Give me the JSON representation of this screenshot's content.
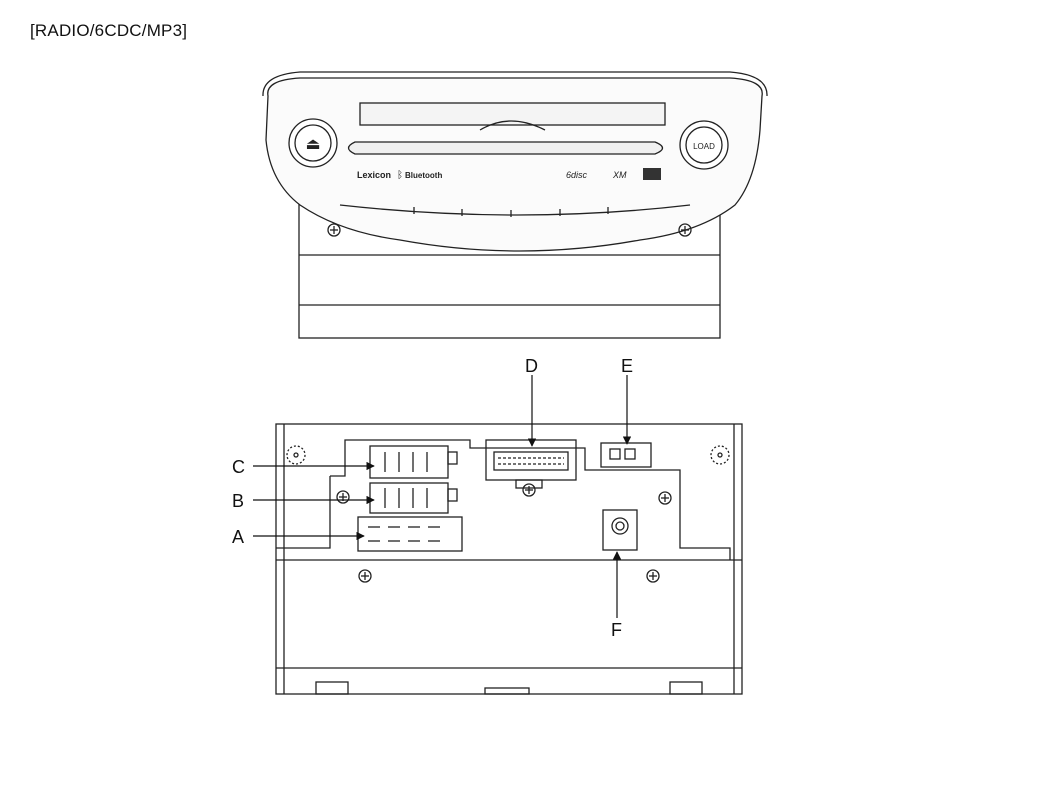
{
  "header": {
    "title": "[RADIO/6CDC/MP3]"
  },
  "front_panel": {
    "eject_glyph": "⏏",
    "load_label": "LOAD",
    "brand_left": "Lexicon",
    "brand_bluetooth": "Bluetooth",
    "brand_right_a": "6disc",
    "brand_right_b": "XM",
    "icons": [
      "eject-icon",
      "bluetooth-icon"
    ]
  },
  "callouts": {
    "A": "A",
    "B": "B",
    "C": "C",
    "D": "D",
    "E": "E",
    "F": "F"
  }
}
